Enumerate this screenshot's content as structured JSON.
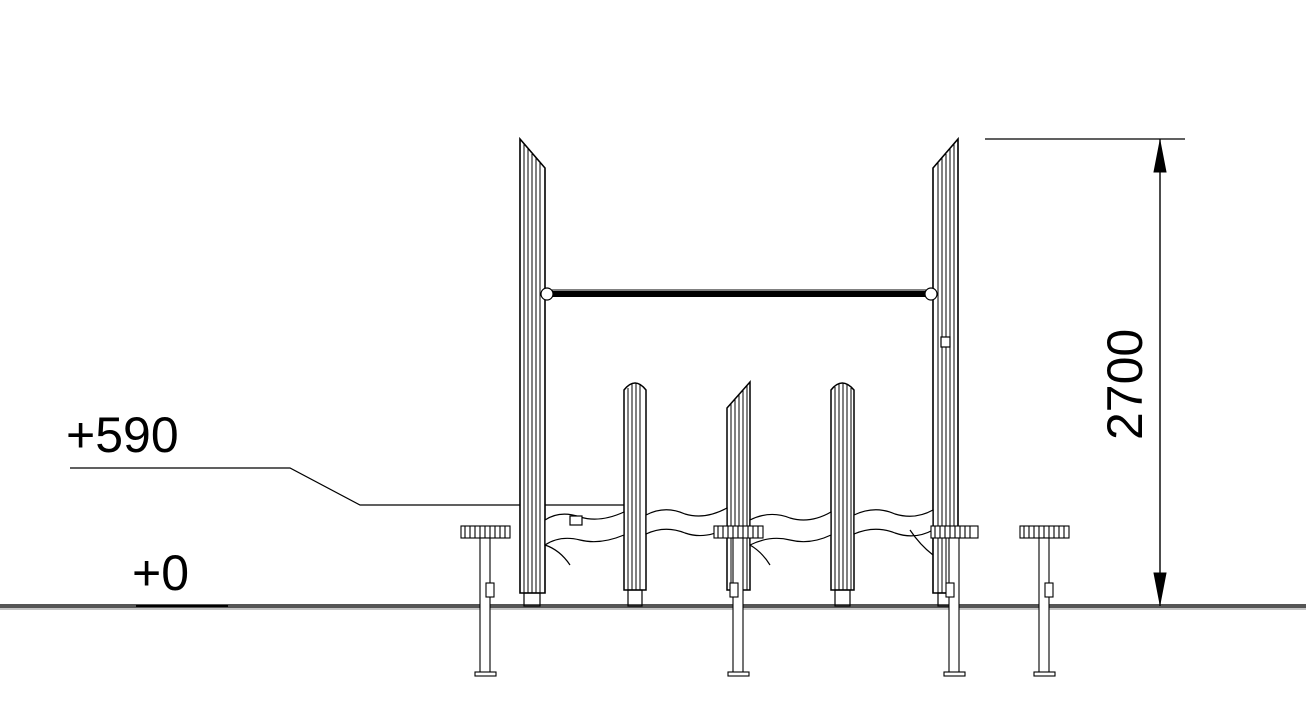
{
  "annotations": {
    "level_platform": "+590",
    "level_ground": "+0",
    "height_dimension": "2700"
  },
  "colors": {
    "line": "#000000",
    "ground": "#555555",
    "background": "#ffffff"
  }
}
